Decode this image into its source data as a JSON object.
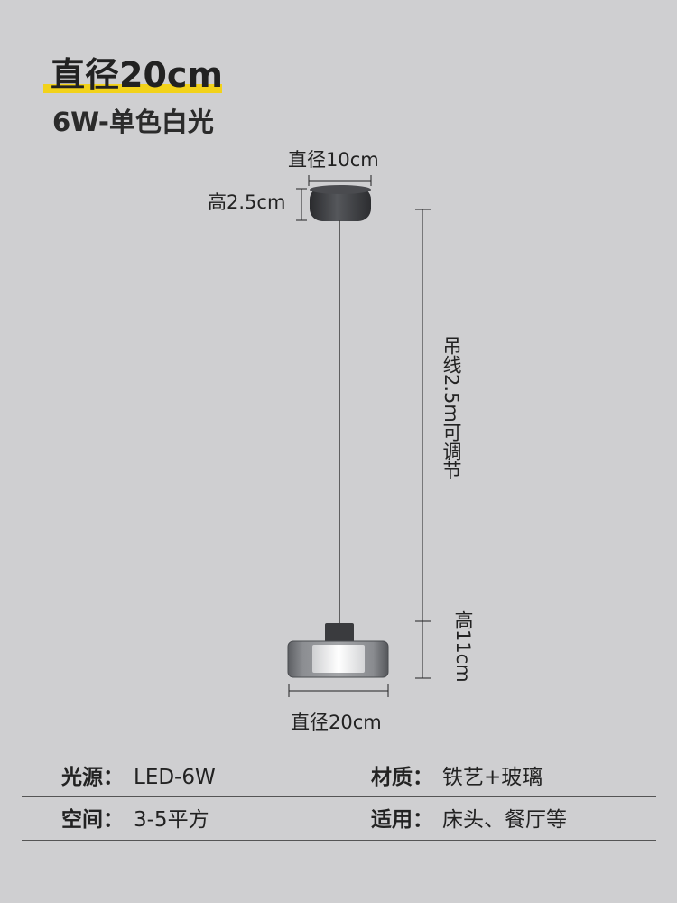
{
  "header": {
    "title": "直径20cm",
    "subtitle": "6W-单色白光"
  },
  "dimensions": {
    "canopy_diameter": "直径10cm",
    "canopy_height": "高2.5cm",
    "cable_length": "吊线2.5m可调节",
    "shade_height": "高11cm",
    "shade_diameter": "直径20cm"
  },
  "specs": {
    "rows": [
      {
        "left_label": "光源：",
        "left_value": "LED-6W",
        "right_label": "材质：",
        "right_value": "铁艺+玻璃"
      },
      {
        "left_label": "空间：",
        "left_value": "3-5平方",
        "right_label": "适用：",
        "right_value": "床头、餐厅等"
      }
    ]
  },
  "colors": {
    "background": "#cfcfd1",
    "highlight": "#f2d21a",
    "canopy": "#3a3b3e",
    "glass": "#7c7e82"
  }
}
